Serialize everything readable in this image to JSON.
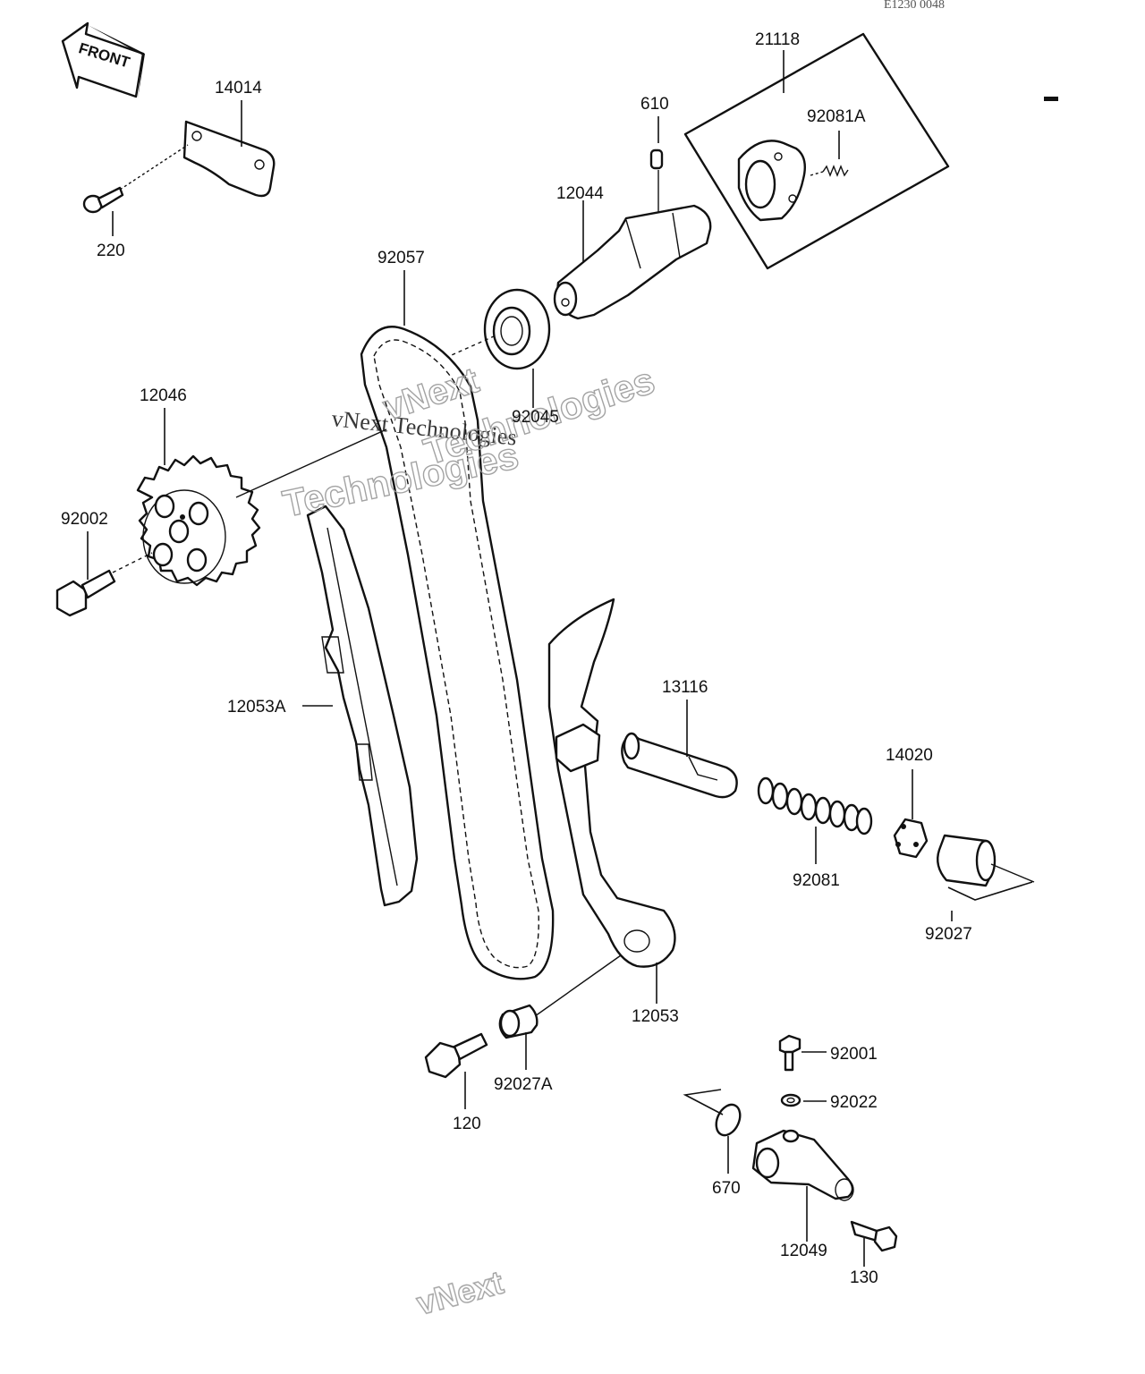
{
  "diagram": {
    "reference_code": "E1230 0048",
    "front_arrow": "FRONT",
    "watermark_lines": [
      "vNext Technologies",
      "vNext",
      "Technologies",
      "Technologies"
    ],
    "watermark_bottom": "vNext"
  },
  "parts": {
    "p14014": "14014",
    "p220": "220",
    "p21118": "21118",
    "p610": "610",
    "p92081A": "92081A",
    "p12044": "12044",
    "p92057": "92057",
    "p92045": "92045",
    "p12046": "12046",
    "p92002": "92002",
    "p12053A": "12053A",
    "p13116": "13116",
    "p14020": "14020",
    "p92081": "92081",
    "p92027": "92027",
    "p12053": "12053",
    "p92001": "92001",
    "p92022": "92022",
    "p92027A": "92027A",
    "p120": "120",
    "p670": "670",
    "p12049": "12049",
    "p130": "130"
  }
}
